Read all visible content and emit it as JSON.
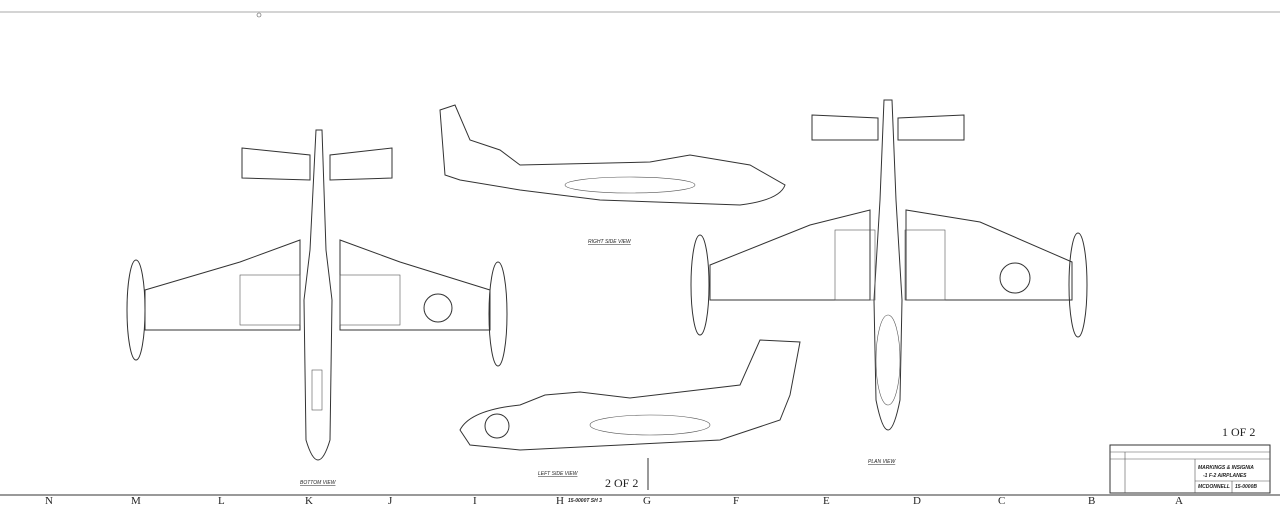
{
  "drawing": {
    "views": {
      "bottom": "BOTTOM VIEW",
      "left_side": "LEFT SIDE VIEW",
      "right_side": "RIGHT SIDE VIEW",
      "plan": "PLAN VIEW"
    },
    "sheet_marks": {
      "left": "2 OF 2",
      "right": "1 OF 2",
      "ref": "15-0000T SH 3"
    },
    "zones": [
      "N",
      "M",
      "L",
      "K",
      "J",
      "I",
      "H",
      "G",
      "F",
      "E",
      "D",
      "C",
      "B",
      "A"
    ],
    "title_block": {
      "title": "MARKINGS & INSIGNIA",
      "subtitle": "-1 F-2 AIRPLANES",
      "company": "MCDONNELL",
      "drawing_number": "15-0000B"
    }
  }
}
